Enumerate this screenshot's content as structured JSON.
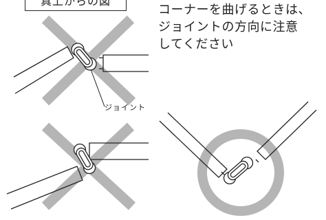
{
  "view_label": "真上からの図",
  "instruction_lines": [
    "コーナーを曲げるときは、",
    "ジョイントの方向に注意",
    "してください"
  ],
  "joint_caption": "ジョイント",
  "colors": {
    "cross_mark": "#b5b5b5",
    "circle_mark": "#b5b5b5",
    "line": "#222222"
  }
}
